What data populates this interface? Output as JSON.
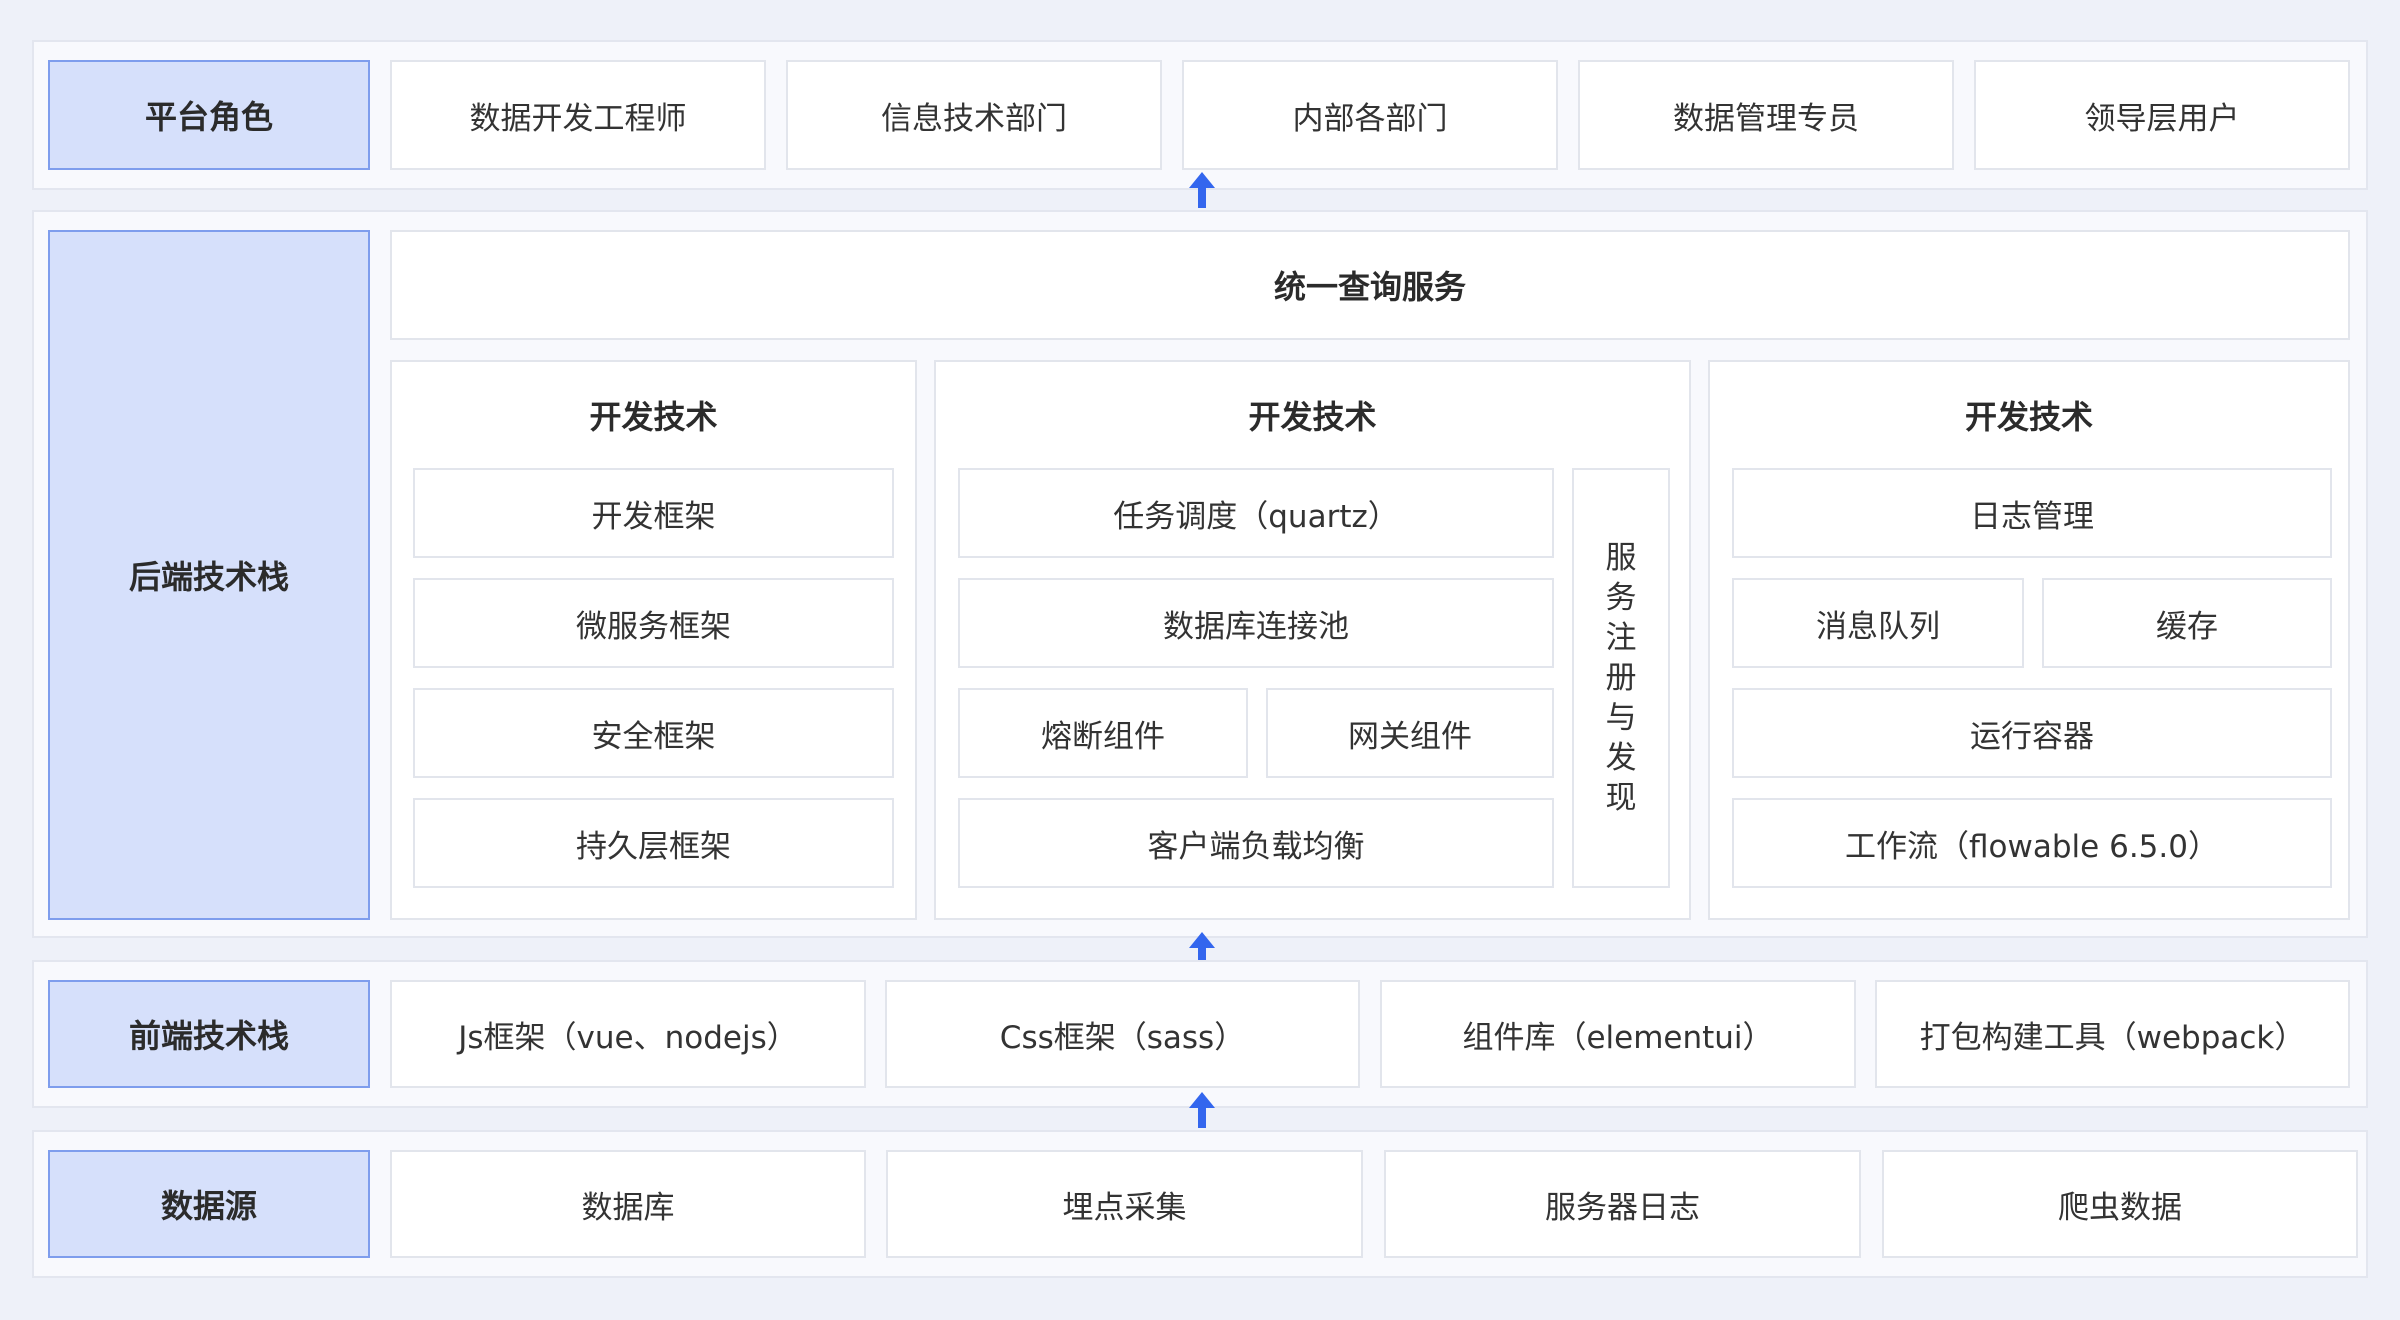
{
  "platform_roles": {
    "label": "平台角色",
    "items": [
      "数据开发工程师",
      "信息技术部门",
      "内部各部门",
      "数据管理专员",
      "领导层用户"
    ]
  },
  "backend": {
    "label": "后端技术栈",
    "top_service": "统一查询服务",
    "left_panel": {
      "title": "开发技术",
      "items": [
        "开发框架",
        "微服务框架",
        "安全框架",
        "持久层框架"
      ]
    },
    "middle_panel": {
      "title": "开发技术",
      "row1": "任务调度（quartz）",
      "row2": "数据库连接池",
      "row3_left": "熔断组件",
      "row3_right": "网关组件",
      "row4": "客户端负载均衡",
      "side_chars": [
        "服",
        "务",
        "注",
        "册",
        "与",
        "发",
        "现"
      ]
    },
    "right_panel": {
      "title": "开发技术",
      "row1": "日志管理",
      "row2_left": "消息队列",
      "row2_right": "缓存",
      "row3": "运行容器",
      "row4": "工作流（flowable 6.5.0）"
    }
  },
  "frontend": {
    "label": "前端技术栈",
    "items": [
      "Js框架（vue、nodejs）",
      "Css框架（sass）",
      "组件库（elementui）",
      "打包构建工具（webpack）"
    ]
  },
  "datasource": {
    "label": "数据源",
    "items": [
      "数据库",
      "埋点采集",
      "服务器日志",
      "爬虫数据"
    ]
  },
  "colors": {
    "accent_arrow": "#3366ee",
    "role_fill": "#d6e0fb",
    "role_border": "#7e9ded"
  }
}
